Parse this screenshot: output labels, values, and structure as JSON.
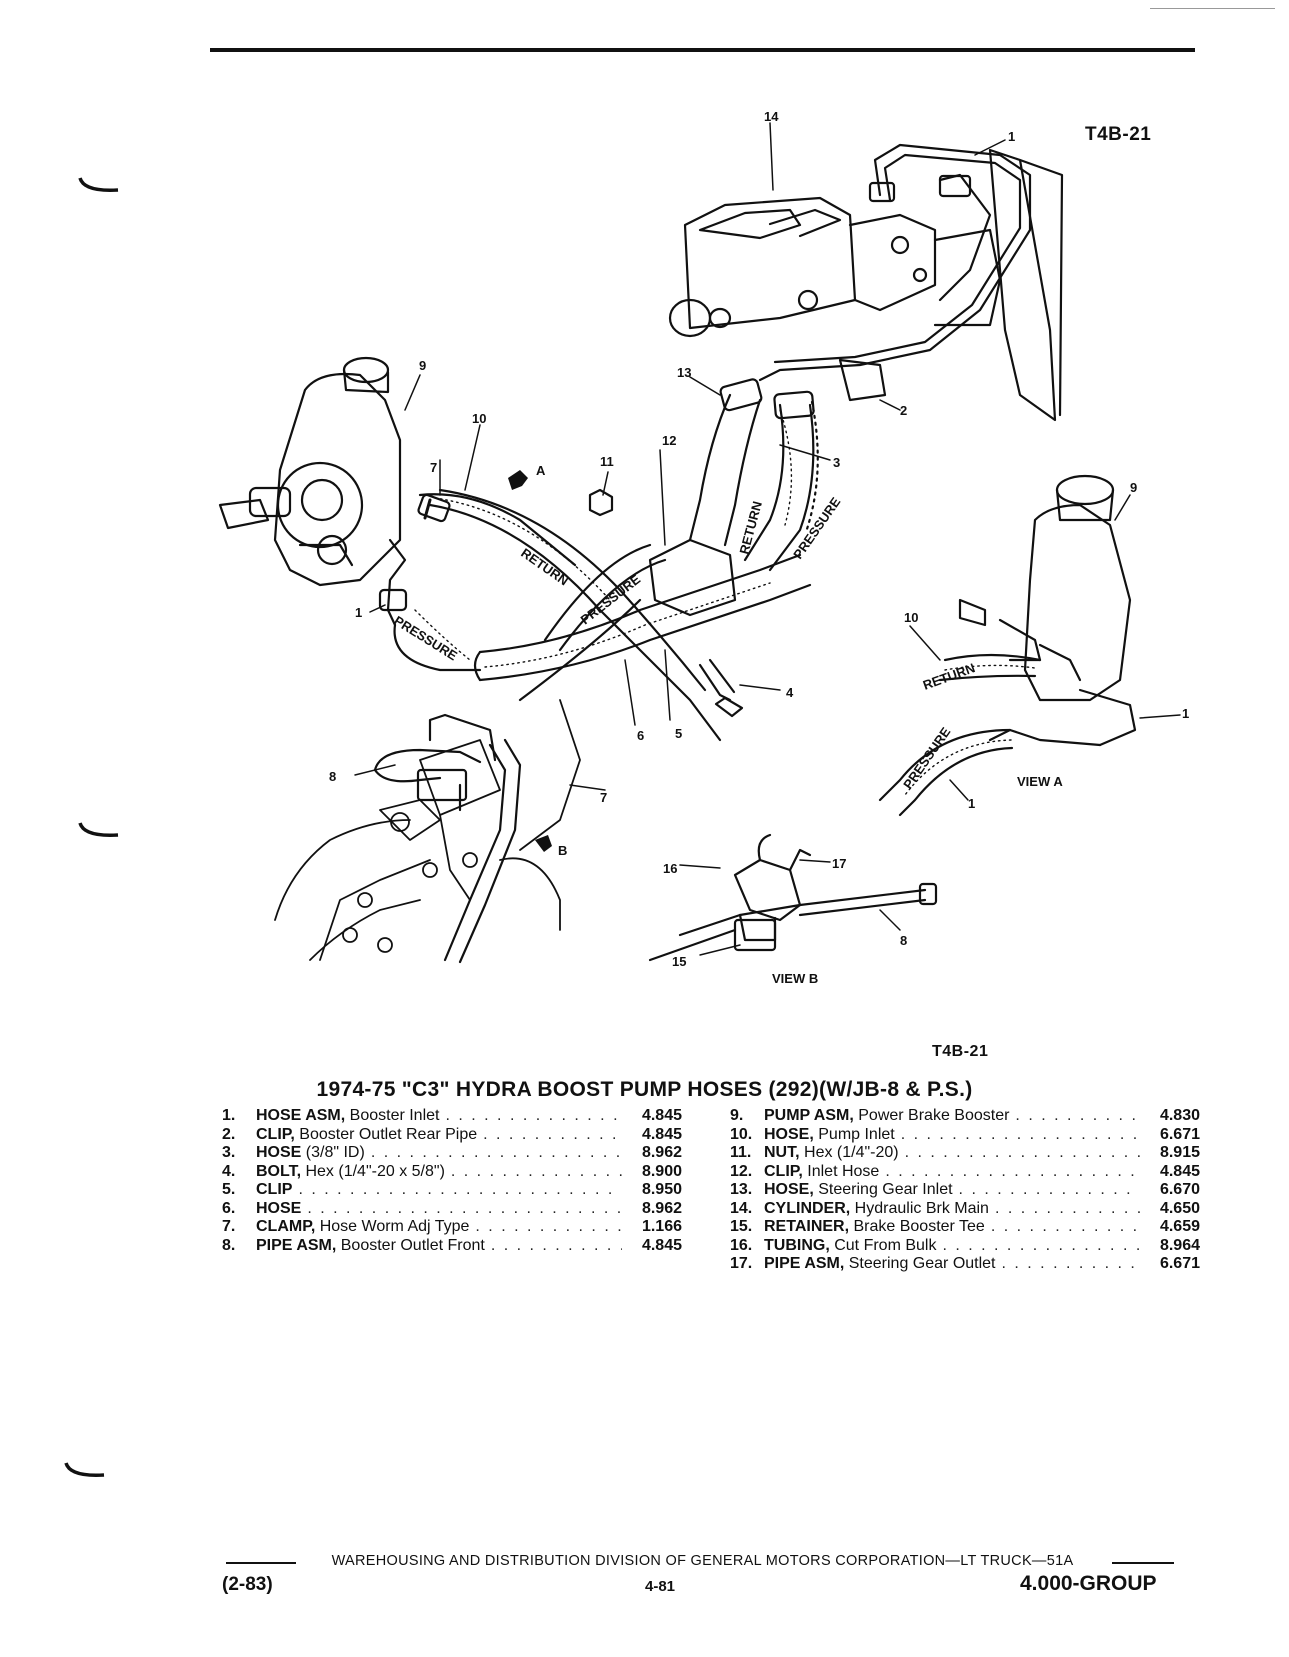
{
  "figure": {
    "code_top": "T4B-21",
    "code_bottom": "T4B-21",
    "view_a_label": "VIEW A",
    "view_b_label": "VIEW B",
    "arrow_a_label": "A",
    "arrow_b_label": "B",
    "hose_words": {
      "return": "RETURN",
      "pressure": "PRESSURE"
    },
    "callouts": {
      "c1": "1",
      "c2": "2",
      "c3": "3",
      "c4": "4",
      "c5": "5",
      "c6": "6",
      "c7": "7",
      "c8": "8",
      "c9": "9",
      "c10": "10",
      "c11": "11",
      "c12": "12",
      "c13": "13",
      "c14": "14",
      "c15": "15",
      "c16": "16",
      "c17": "17"
    }
  },
  "caption": {
    "title": "1974-75 \"C3\" HYDRA BOOST PUMP HOSES (292)(W/JB-8 & P.S.)"
  },
  "parts_left": [
    {
      "num": "1.",
      "name": "HOSE ASM,",
      "desc": " Booster Inlet",
      "code": "4.845"
    },
    {
      "num": "2.",
      "name": "CLIP,",
      "desc": " Booster Outlet Rear Pipe",
      "code": "4.845"
    },
    {
      "num": "3.",
      "name": "HOSE",
      "desc": " (3/8\" ID)",
      "code": "8.962"
    },
    {
      "num": "4.",
      "name": "BOLT,",
      "desc": " Hex (1/4\"-20 x 5/8\")",
      "code": "8.900"
    },
    {
      "num": "5.",
      "name": "CLIP",
      "desc": "",
      "code": "8.950"
    },
    {
      "num": "6.",
      "name": "HOSE",
      "desc": "",
      "code": "8.962"
    },
    {
      "num": "7.",
      "name": "CLAMP,",
      "desc": " Hose Worm Adj Type",
      "code": "1.166"
    },
    {
      "num": "8.",
      "name": "PIPE ASM,",
      "desc": " Booster Outlet Front",
      "code": "4.845"
    }
  ],
  "parts_right": [
    {
      "num": "9.",
      "name": "PUMP ASM,",
      "desc": " Power Brake Booster",
      "code": "4.830"
    },
    {
      "num": "10.",
      "name": "HOSE,",
      "desc": " Pump Inlet",
      "code": "6.671"
    },
    {
      "num": "11.",
      "name": "NUT,",
      "desc": " Hex (1/4\"-20)",
      "code": "8.915"
    },
    {
      "num": "12.",
      "name": "CLIP,",
      "desc": " Inlet Hose",
      "code": "4.845"
    },
    {
      "num": "13.",
      "name": "HOSE,",
      "desc": " Steering Gear Inlet",
      "code": "6.670"
    },
    {
      "num": "14.",
      "name": "CYLINDER,",
      "desc": " Hydraulic Brk Main",
      "code": "4.650"
    },
    {
      "num": "15.",
      "name": "RETAINER,",
      "desc": " Brake Booster Tee",
      "code": "4.659"
    },
    {
      "num": "16.",
      "name": "TUBING,",
      "desc": " Cut From Bulk",
      "code": "8.964"
    },
    {
      "num": "17.",
      "name": "PIPE ASM,",
      "desc": " Steering Gear Outlet",
      "code": "6.671"
    }
  ],
  "footer": {
    "division_line": "WAREHOUSING AND DISTRIBUTION DIVISION OF GENERAL MOTORS CORPORATION—LT TRUCK—51A",
    "date_code": "(2-83)",
    "page_number": "4-81",
    "group": "4.000-GROUP"
  }
}
